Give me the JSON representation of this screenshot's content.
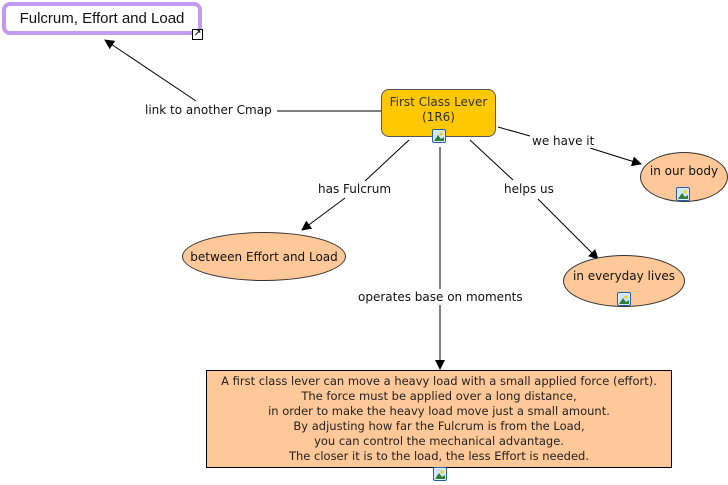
{
  "concept_map": {
    "title_node": {
      "label": "Fulcrum, Effort and Load",
      "link_icon": "external-link-arrow-icon",
      "link_glyph": "↗"
    },
    "main_node": {
      "line1": "First Class Lever",
      "line2": "(1R6)",
      "color": "#ffc800",
      "icon": "image-resource-icon"
    },
    "nodes": {
      "in_our_body": {
        "label": "in our body",
        "icon": "image-resource-icon",
        "color": "#ffc898"
      },
      "between": {
        "label": "between Effort and Load",
        "color": "#ffc898"
      },
      "everyday": {
        "label": "in everyday lives",
        "icon": "image-resource-icon",
        "color": "#ffc898"
      },
      "explanation": {
        "lines": [
          "A first class lever can move a heavy load with a small applied force (effort).",
          "The force must be applied over a long distance,",
          "in order to make the heavy load move just a small amount.",
          "By adjusting how far the Fulcrum is from the Load,",
          "you can control the mechanical advantage.",
          "The closer it is to the load, the less Effort is needed."
        ],
        "icon": "image-resource-icon",
        "color": "#ffc898"
      }
    },
    "links": {
      "another_cmap": "link to another Cmap",
      "we_have_it": "we have it",
      "has_fulcrum": "has Fulcrum",
      "helps_us": "helps us",
      "operates": "operates base on moments"
    },
    "title_border_color": "#c49af0"
  }
}
